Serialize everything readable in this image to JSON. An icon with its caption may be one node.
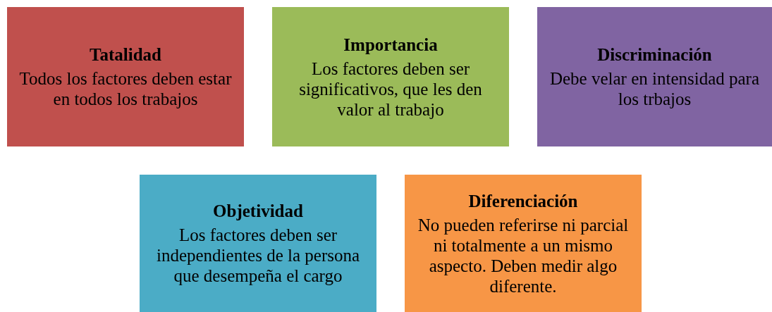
{
  "diagram": {
    "nodes": [
      {
        "text": [
          "Tatalidad",
          "Todos los factores deben estar en todos los trabajos"
        ]
      },
      {
        "text": [
          "Importancia",
          "Los factores deben ser significativos, que les den valor al trabajo"
        ]
      },
      {
        "text": [
          "Discriminación",
          "Debe velar en intensidad para los trbajos"
        ]
      },
      {
        "text": [
          "Objetividad",
          "Los factores deben ser independientes de la persona que desempeña el cargo"
        ]
      },
      {
        "text": [
          "Diferenciación",
          "No pueden referirse ni parcial ni totalmente a un mismo aspecto. Deben medir algo diferente."
        ]
      }
    ]
  }
}
